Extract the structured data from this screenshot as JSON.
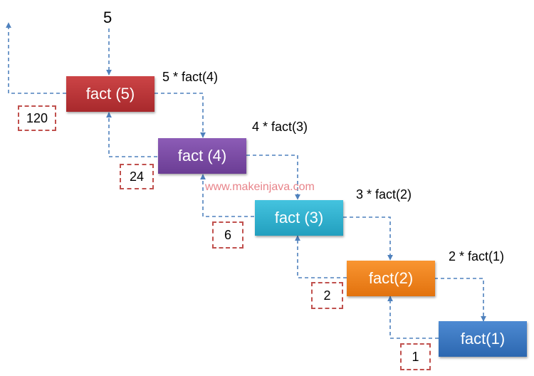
{
  "input_value": "5",
  "watermark": "www.makeinjava.com",
  "nodes": [
    {
      "label": "fact (5)",
      "color": "#c0393b"
    },
    {
      "label": "fact (4)",
      "color": "#7f4fa8"
    },
    {
      "label": "fact (3)",
      "color": "#33b5d3"
    },
    {
      "label": "fact(2)",
      "color": "#f5861f"
    },
    {
      "label": "fact(1)",
      "color": "#3d7bc5"
    }
  ],
  "calls": [
    "5 * fact(4)",
    "4 * fact(3)",
    "3 * fact(2)",
    "2 * fact(1)"
  ],
  "results": [
    "120",
    "24",
    "6",
    "2",
    "1"
  ],
  "colors": {
    "arrow": "#4f81bd",
    "result_border": "#c0504d"
  }
}
